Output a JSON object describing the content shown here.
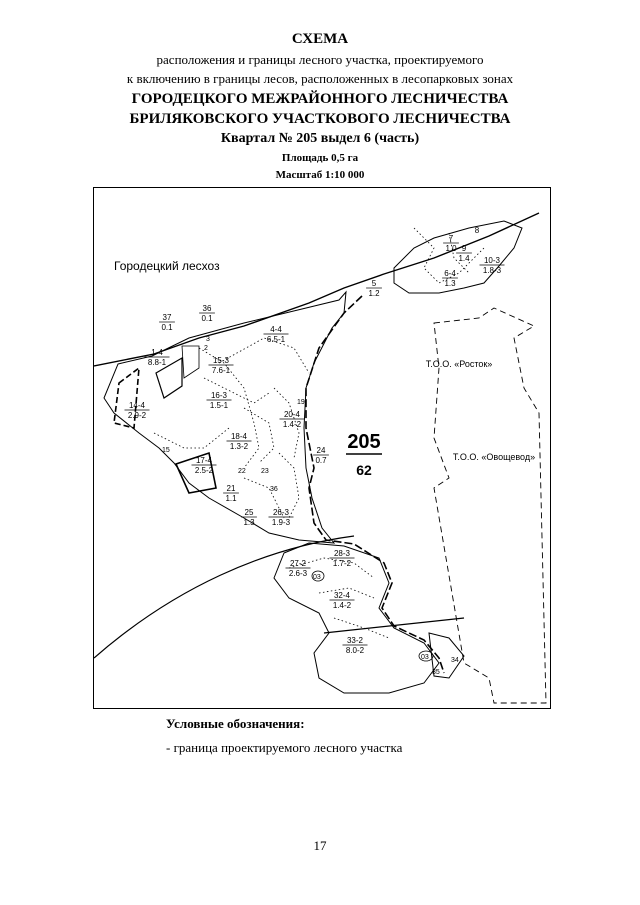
{
  "header": {
    "title": "СХЕМА",
    "line1": "расположения и границы лесного участка, проектируемого",
    "line2": "к включению в границы лесов, расположенных в лесопарковых зонах",
    "forestry": "ГОРОДЕЦКОГО МЕЖРАЙОННОГО ЛЕСНИЧЕСТВА",
    "district": "БРИЛЯКОВСКОГО УЧАСТКОВОГО ЛЕСНИЧЕСТВА",
    "quarter": "Квартал № 205 выдел 6 (часть)",
    "area": "Площадь 0,5 га",
    "scale": "Масштаб 1:10 000"
  },
  "map": {
    "region_label": "Городецкий лесхоз",
    "quarter_number": "205",
    "quarter_area": "62",
    "org_rostok": "Т.О.О. «Росток»",
    "org_ovoshchevod": "Т.О.О. «Овощевод»",
    "plots": [
      {
        "n": "7",
        "d": "1.0"
      },
      {
        "n": "8",
        "d": ""
      },
      {
        "n": "9",
        "d": "1.4"
      },
      {
        "n": "10-3",
        "d": "1.8-3"
      },
      {
        "n": "6-4",
        "d": "1.3"
      },
      {
        "n": "5",
        "d": "1.2"
      },
      {
        "n": "37",
        "d": "0.1"
      },
      {
        "n": "36",
        "d": "0.1"
      },
      {
        "n": "4-4",
        "d": "6.5-1"
      },
      {
        "n": "1-4",
        "d": "8.8-1"
      },
      {
        "n": "15-3",
        "d": "7.6-1"
      },
      {
        "n": "16-3",
        "d": "1.5-1"
      },
      {
        "n": "14-4",
        "d": "2.9-2"
      },
      {
        "n": "20-4",
        "d": "1.4-2"
      },
      {
        "n": "18-4",
        "d": "1.3-2"
      },
      {
        "n": "24",
        "d": "0.7"
      },
      {
        "n": "17-4",
        "d": "2.5-2"
      },
      {
        "n": "21",
        "d": "1.1"
      },
      {
        "n": "25",
        "d": "1.3"
      },
      {
        "n": "26-3",
        "d": "1.9-3"
      },
      {
        "n": "28-3",
        "d": "1.7-2"
      },
      {
        "n": "27-2",
        "d": "2.6-3"
      },
      {
        "n": "32-4",
        "d": "1.4-2"
      },
      {
        "n": "33-2",
        "d": "8.0-2"
      }
    ],
    "small_labels": [
      "3",
      "2",
      "19",
      "15",
      "22",
      "23",
      "36",
      "34",
      "35",
      "03",
      "03"
    ]
  },
  "legend": {
    "title": "Условные обозначения:",
    "item": "- граница проектируемого лесного участка"
  },
  "page_number": "17"
}
